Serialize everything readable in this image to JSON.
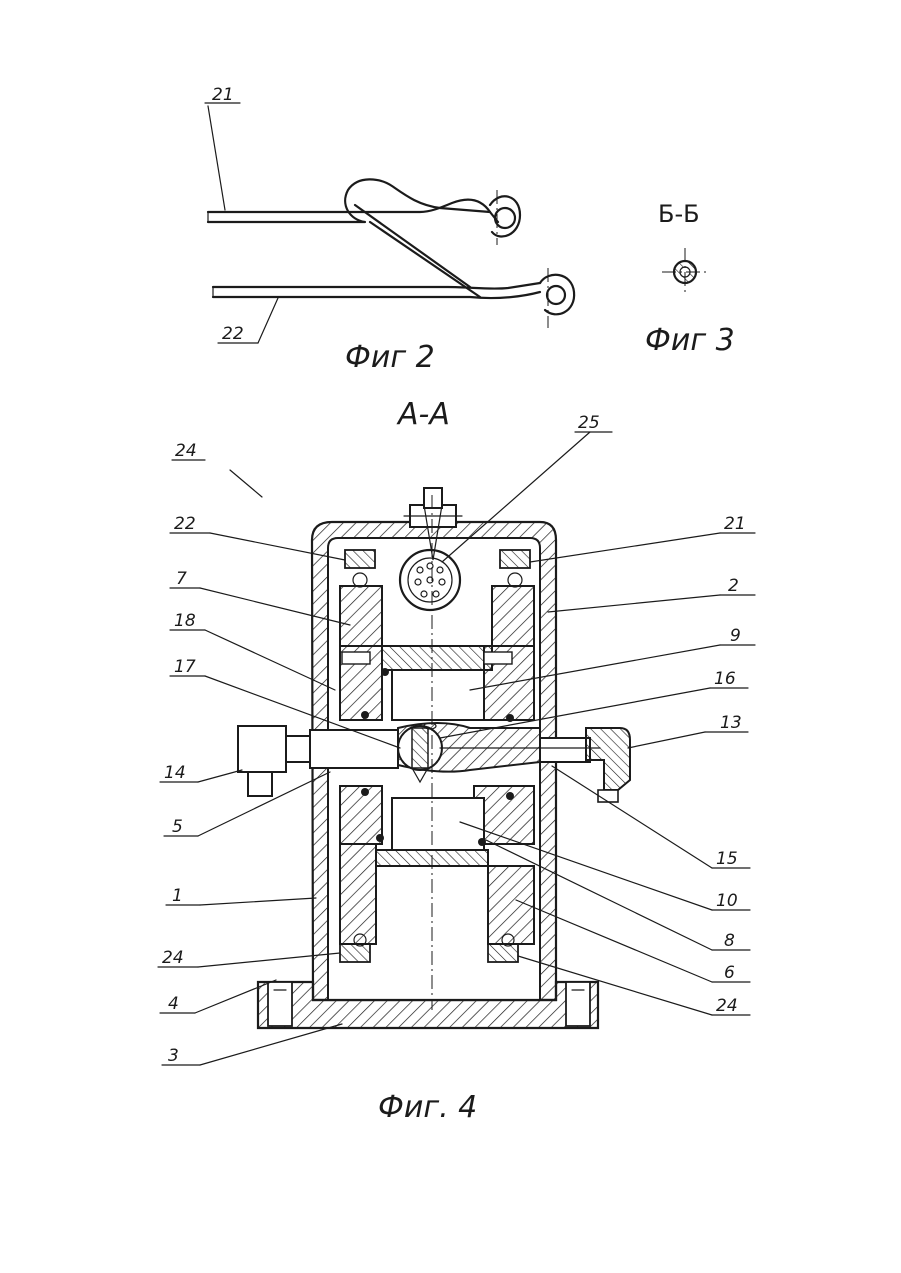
{
  "figures": {
    "fig2": {
      "caption": "Фиг 2",
      "labels": {
        "l21": "21",
        "l22": "22"
      }
    },
    "fig3": {
      "section": "Б-Б",
      "caption": "Фиг 3"
    },
    "fig4": {
      "section": "А-А",
      "caption": "Фиг. 4",
      "labels": {
        "l25": "25",
        "l24_top": "24",
        "l22": "22",
        "l21": "21",
        "l7": "7",
        "l2": "2",
        "l18": "18",
        "l9": "9",
        "l17": "17",
        "l16": "16",
        "l13": "13",
        "l14": "14",
        "l5": "5",
        "l15": "15",
        "l10": "10",
        "l1": "1",
        "l8": "8",
        "l24_left": "24",
        "l6": "6",
        "l4": "4",
        "l24_right": "24",
        "l3": "3"
      }
    }
  },
  "colors": {
    "ink": "#1b1b1b",
    "paper": "#ffffff"
  }
}
